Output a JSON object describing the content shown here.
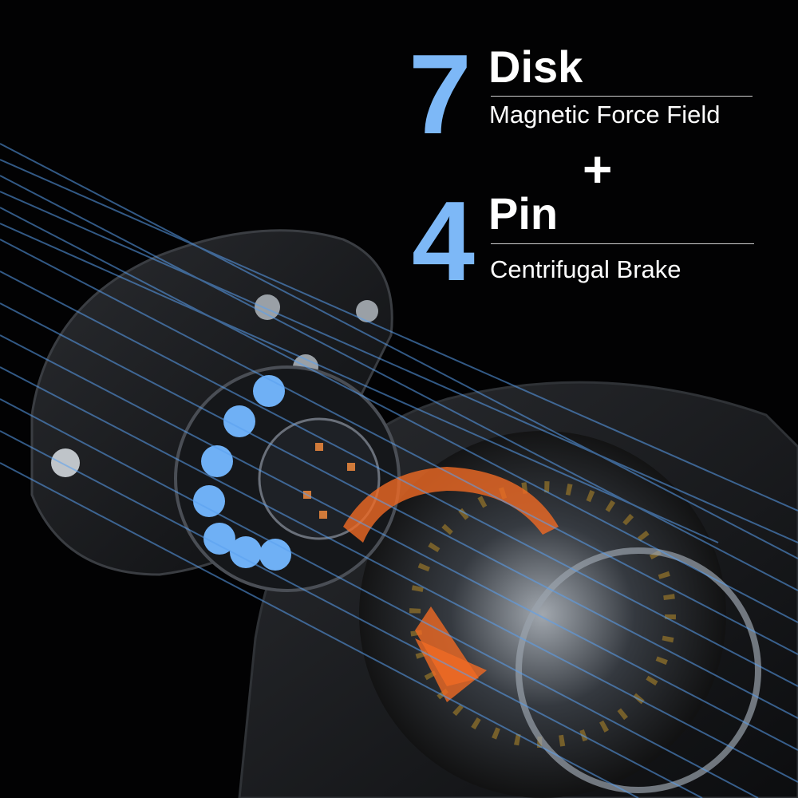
{
  "headline": {
    "disk_count": "7",
    "disk_label": "Disk",
    "disk_sub": "Magnetic Force Field",
    "plus": "+",
    "pin_count": "4",
    "pin_label": "Pin",
    "pin_sub": "Centrifugal Brake"
  },
  "colors": {
    "accent_blue": "#7db8f7",
    "magnet_blue": "#6fb0f5",
    "heat_orange": "#f06a24",
    "background": "#020203"
  }
}
